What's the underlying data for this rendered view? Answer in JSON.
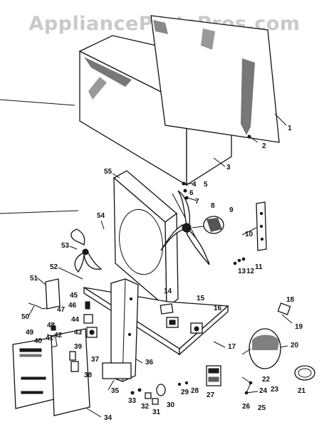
{
  "watermark": "AppliancePartsPros.com",
  "parts": [
    {
      "id": "p1",
      "label": "1"
    },
    {
      "id": "p2",
      "label": "2"
    },
    {
      "id": "p3",
      "label": "3"
    },
    {
      "id": "p4",
      "label": "4"
    },
    {
      "id": "p5",
      "label": "5"
    },
    {
      "id": "p6",
      "label": "6"
    },
    {
      "id": "p7",
      "label": "7"
    },
    {
      "id": "p8",
      "label": "8"
    },
    {
      "id": "p9",
      "label": "9"
    },
    {
      "id": "p10",
      "label": "10"
    },
    {
      "id": "p11",
      "label": "11"
    },
    {
      "id": "p12",
      "label": "12"
    },
    {
      "id": "p13",
      "label": "13"
    },
    {
      "id": "p14",
      "label": "14"
    },
    {
      "id": "p15",
      "label": "15"
    },
    {
      "id": "p16",
      "label": "16"
    },
    {
      "id": "p17",
      "label": "17"
    },
    {
      "id": "p18",
      "label": "18"
    },
    {
      "id": "p19",
      "label": "19"
    },
    {
      "id": "p20",
      "label": "20"
    },
    {
      "id": "p21",
      "label": "21"
    },
    {
      "id": "p22",
      "label": "22"
    },
    {
      "id": "p23",
      "label": "23"
    },
    {
      "id": "p24",
      "label": "24"
    },
    {
      "id": "p25",
      "label": "25"
    },
    {
      "id": "p26",
      "label": "26"
    },
    {
      "id": "p27",
      "label": "27"
    },
    {
      "id": "p28",
      "label": "28"
    },
    {
      "id": "p29",
      "label": "29"
    },
    {
      "id": "p30",
      "label": "30"
    },
    {
      "id": "p31",
      "label": "31"
    },
    {
      "id": "p32",
      "label": "32"
    },
    {
      "id": "p33",
      "label": "33"
    },
    {
      "id": "p34",
      "label": "34"
    },
    {
      "id": "p35",
      "label": "35"
    },
    {
      "id": "p36",
      "label": "36"
    },
    {
      "id": "p37",
      "label": "37"
    },
    {
      "id": "p38",
      "label": "38"
    },
    {
      "id": "p39",
      "label": "39"
    },
    {
      "id": "p40",
      "label": "40"
    },
    {
      "id": "p41",
      "label": "41"
    },
    {
      "id": "p42",
      "label": "42"
    },
    {
      "id": "p43",
      "label": "43"
    },
    {
      "id": "p44",
      "label": "44"
    },
    {
      "id": "p45",
      "label": "45"
    },
    {
      "id": "p46",
      "label": "46"
    },
    {
      "id": "p47",
      "label": "47"
    },
    {
      "id": "p48",
      "label": "48"
    },
    {
      "id": "p49",
      "label": "49"
    },
    {
      "id": "p50",
      "label": "50"
    },
    {
      "id": "p51",
      "label": "51"
    },
    {
      "id": "p52",
      "label": "52"
    },
    {
      "id": "p53",
      "label": "53"
    },
    {
      "id": "p54",
      "label": "54"
    },
    {
      "id": "p55",
      "label": "55"
    }
  ]
}
